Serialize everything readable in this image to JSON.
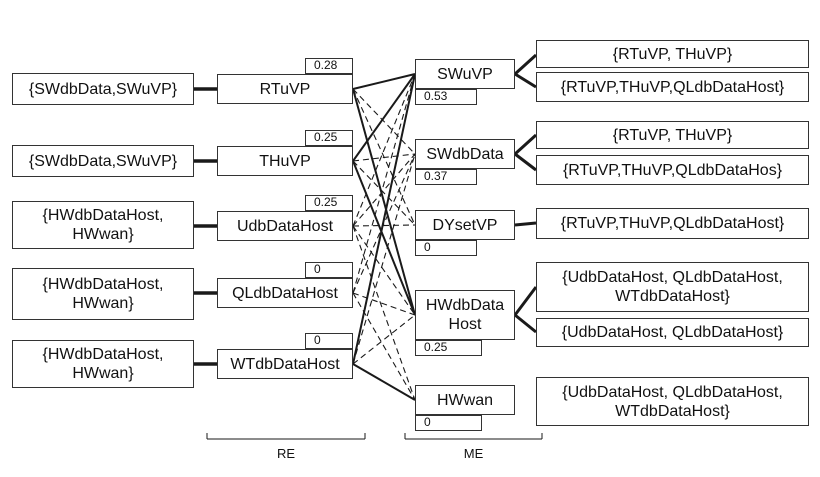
{
  "left_sets": [
    {
      "id": "L1",
      "label": "{SWdbData,SWuVP}"
    },
    {
      "id": "L2",
      "label": "{SWdbData,SWuVP}"
    },
    {
      "id": "L3",
      "label": "{HWdbDataHost,\nHWwan}"
    },
    {
      "id": "L4",
      "label": "{HWdbDataHost,\nHWwan}"
    },
    {
      "id": "L5",
      "label": "{HWdbDataHost,\nHWwan}"
    }
  ],
  "re_nodes": [
    {
      "id": "RTuVP",
      "label": "RTuVP",
      "value": "0.28"
    },
    {
      "id": "THuVP",
      "label": "THuVP",
      "value": "0.25"
    },
    {
      "id": "UdbDataHost",
      "label": "UdbDataHost",
      "value": "0.25"
    },
    {
      "id": "QLdbDataHost",
      "label": "QLdbDataHost",
      "value": "0"
    },
    {
      "id": "WTdbDataHost",
      "label": "WTdbDataHost",
      "value": "0"
    }
  ],
  "me_nodes": [
    {
      "id": "SWuVP",
      "label": "SWuVP",
      "value": "0.53"
    },
    {
      "id": "SWdbData",
      "label": "SWdbData",
      "value": "0.37"
    },
    {
      "id": "DYsetVP",
      "label": "DYsetVP",
      "value": "0"
    },
    {
      "id": "HWdbDataHost",
      "label": "HWdbData\nHost",
      "value": "0.25"
    },
    {
      "id": "HWwan",
      "label": "HWwan",
      "value": "0"
    }
  ],
  "right_sets": [
    {
      "id": "R1",
      "label": "{RTuVP, THuVP}"
    },
    {
      "id": "R2",
      "label": "{RTuVP,THuVP,QLdbDataHost}"
    },
    {
      "id": "R3",
      "label": "{RTuVP, THuVP}"
    },
    {
      "id": "R4",
      "label": "{RTuVP,THuVP,QLdbDataHos}"
    },
    {
      "id": "R5",
      "label": "{RTuVP,THuVP,QLdbDataHost}"
    },
    {
      "id": "R6",
      "label": "{UdbDataHost, QLdbDataHost,\nWTdbDataHost}"
    },
    {
      "id": "R7",
      "label": "{UdbDataHost, QLdbDataHost}"
    },
    {
      "id": "R8",
      "label": "{UdbDataHost, QLdbDataHost,\nWTdbDataHost}"
    }
  ],
  "groups": {
    "re": "RE",
    "me": "ME"
  },
  "links": {
    "solid": [
      [
        "RTuVP",
        "SWuVP"
      ],
      [
        "THuVP",
        "SWuVP"
      ],
      [
        "RTuVP",
        "HWdbDataHost"
      ],
      [
        "THuVP",
        "HWdbDataHost"
      ],
      [
        "WTdbDataHost",
        "SWuVP"
      ],
      [
        "WTdbDataHost",
        "HWwan"
      ]
    ],
    "dashed": [
      [
        "RTuVP",
        "SWdbData"
      ],
      [
        "RTuVP",
        "DYsetVP"
      ],
      [
        "THuVP",
        "SWdbData"
      ],
      [
        "THuVP",
        "DYsetVP"
      ],
      [
        "UdbDataHost",
        "SWuVP"
      ],
      [
        "UdbDataHost",
        "SWdbData"
      ],
      [
        "UdbDataHost",
        "DYsetVP"
      ],
      [
        "UdbDataHost",
        "HWdbDataHost"
      ],
      [
        "UdbDataHost",
        "HWwan"
      ],
      [
        "QLdbDataHost",
        "SWuVP"
      ],
      [
        "QLdbDataHost",
        "SWdbData"
      ],
      [
        "QLdbDataHost",
        "HWdbDataHost"
      ],
      [
        "QLdbDataHost",
        "HWwan"
      ],
      [
        "WTdbDataHost",
        "SWdbData"
      ],
      [
        "WTdbDataHost",
        "HWdbDataHost"
      ]
    ]
  }
}
